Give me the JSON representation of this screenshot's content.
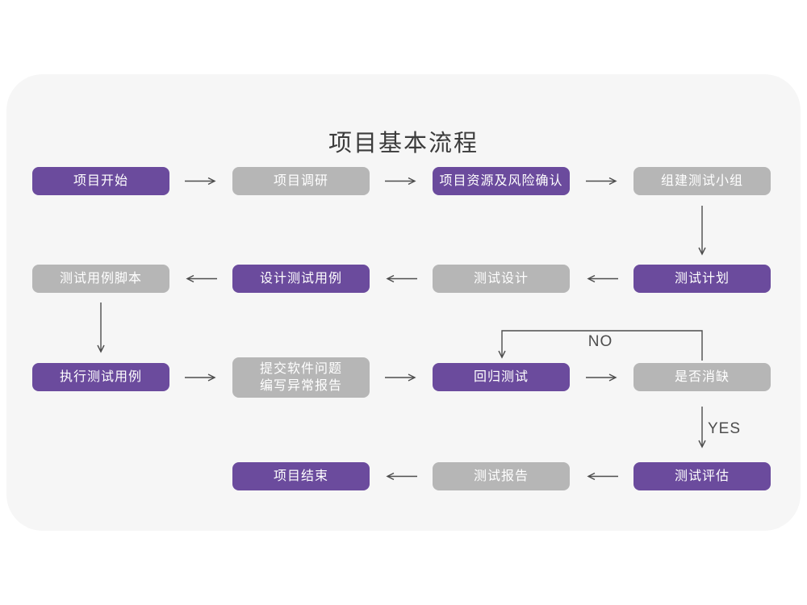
{
  "title": "项目基本流程",
  "colors": {
    "purple": "#6b4b9d",
    "gray": "#b6b6b6",
    "card_bg": "#f6f6f6",
    "arrow_color": "#4d4d4d",
    "title_color": "#3c3c3c",
    "box_text": "#ffffff"
  },
  "edge_labels": {
    "no": "NO",
    "yes": "YES"
  },
  "nodes": {
    "start": {
      "label": "项目开始",
      "type": "purple"
    },
    "research": {
      "label": "项目调研",
      "type": "gray"
    },
    "risk_confirm": {
      "label": "项目资源及风险确认",
      "type": "purple"
    },
    "team": {
      "label": "组建测试小组",
      "type": "gray"
    },
    "plan": {
      "label": "测试计划",
      "type": "purple"
    },
    "design": {
      "label": "测试设计",
      "type": "gray"
    },
    "design_cases": {
      "label": "设计测试用例",
      "type": "purple"
    },
    "case_script": {
      "label": "测试用例脚本",
      "type": "gray"
    },
    "execute": {
      "label": "执行测试用例",
      "type": "purple"
    },
    "submit_report": {
      "line1": "提交软件问题",
      "line2": "编写异常报告",
      "type": "gray"
    },
    "regression": {
      "label": "回归测试",
      "type": "purple"
    },
    "defect_check": {
      "label": "是否消缺",
      "type": "gray"
    },
    "evaluate": {
      "label": "测试评估",
      "type": "purple"
    },
    "report": {
      "label": "测试报告",
      "type": "gray"
    },
    "end": {
      "label": "项目结束",
      "type": "purple"
    }
  },
  "edges": [
    {
      "from": "start",
      "to": "research"
    },
    {
      "from": "research",
      "to": "risk_confirm"
    },
    {
      "from": "risk_confirm",
      "to": "team"
    },
    {
      "from": "team",
      "to": "plan"
    },
    {
      "from": "plan",
      "to": "design"
    },
    {
      "from": "design",
      "to": "design_cases"
    },
    {
      "from": "design_cases",
      "to": "case_script"
    },
    {
      "from": "case_script",
      "to": "execute"
    },
    {
      "from": "execute",
      "to": "submit_report"
    },
    {
      "from": "submit_report",
      "to": "regression"
    },
    {
      "from": "regression",
      "to": "defect_check"
    },
    {
      "from": "defect_check",
      "to": "regression",
      "label": "NO"
    },
    {
      "from": "defect_check",
      "to": "evaluate",
      "label": "YES"
    },
    {
      "from": "evaluate",
      "to": "report"
    },
    {
      "from": "report",
      "to": "end"
    }
  ]
}
